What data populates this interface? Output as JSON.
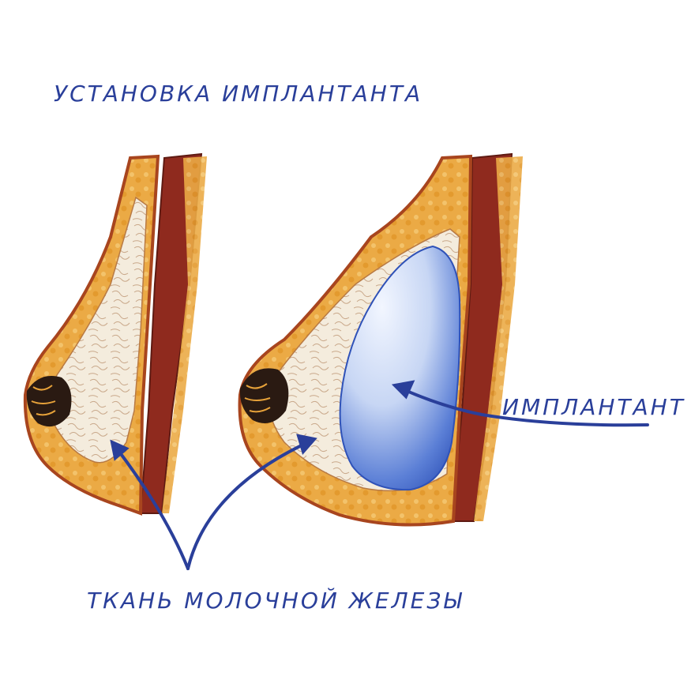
{
  "title": "УСТАНОВКА ИМПЛАНТАНТА",
  "labels": {
    "implant": "ИМПЛАНТАНТ",
    "tissue": "ТКАНЬ МОЛОЧНОЙ ЖЕЛЕЗЫ"
  },
  "colors": {
    "ink": "#2a3f9a",
    "muscle": "#8f2a1e",
    "fat": "#e7a23a",
    "gland": "#f3ead8",
    "implant": "#5b7fd6",
    "nipple": "#2a1a12"
  }
}
